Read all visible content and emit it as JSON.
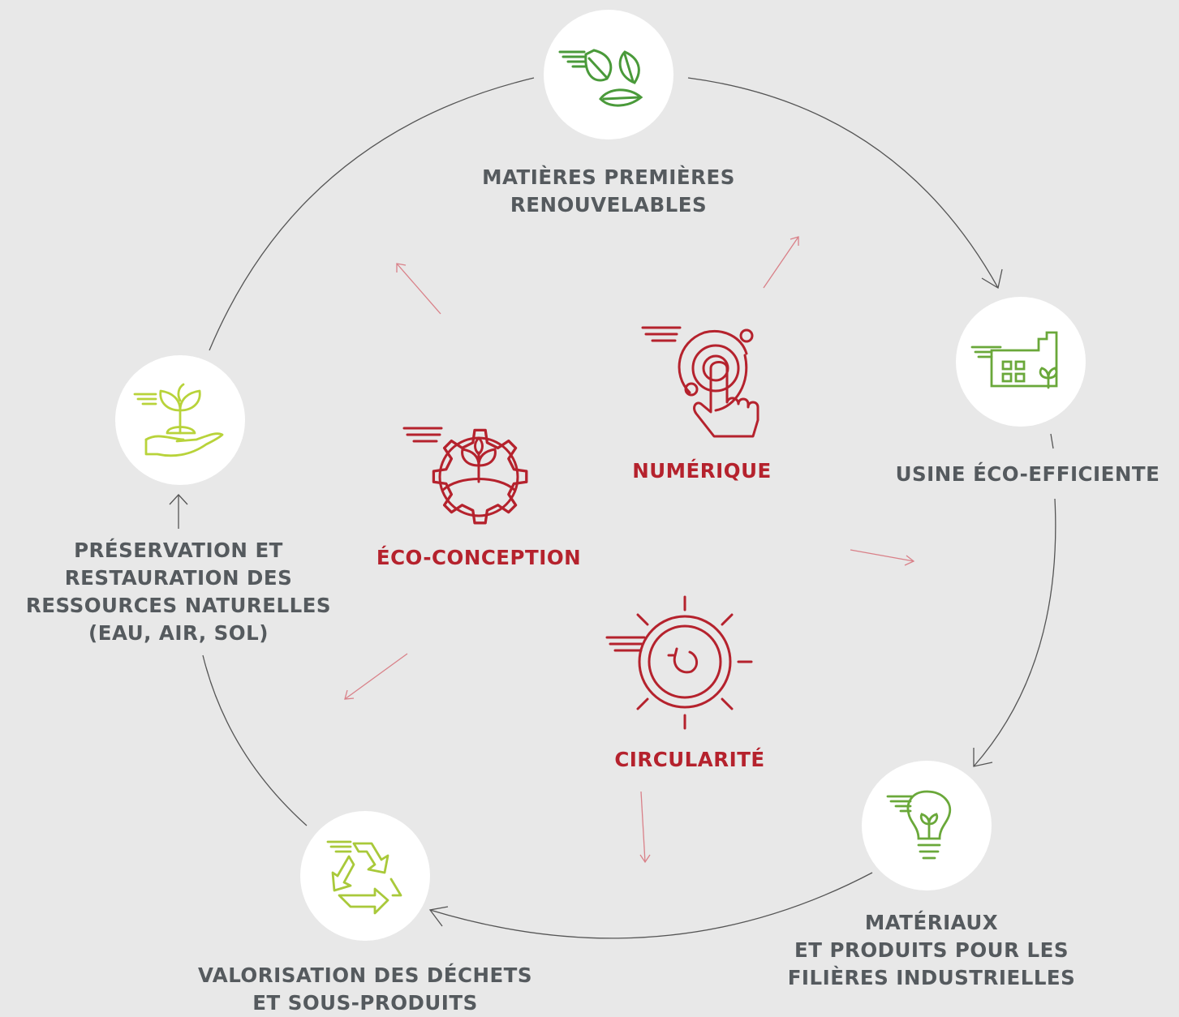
{
  "colors": {
    "background": "#e8e8e8",
    "ring_line": "#555555",
    "label_gray": "#555a5e",
    "accent_red": "#b5222d",
    "arrow_pink": "#d98088",
    "icon_green": "#4a9a3a",
    "icon_lime": "#a9c93a"
  },
  "cycle_nodes": [
    {
      "id": "matieres",
      "icon": "leaves-icon",
      "lines": [
        "MATIÈRES PREMIÈRES",
        "RENOUVELABLES"
      ]
    },
    {
      "id": "usine",
      "icon": "factory-icon",
      "lines": [
        "USINE ÉCO-EFFICIENTE"
      ]
    },
    {
      "id": "materiaux",
      "icon": "lightbulb-icon",
      "lines": [
        "MATÉRIAUX",
        "ET PRODUITS POUR LES",
        "FILIÈRES INDUSTRIELLES"
      ]
    },
    {
      "id": "valorisation",
      "icon": "recycle-icon",
      "lines": [
        "VALORISATION DES DÉCHETS",
        "ET SOUS-PRODUITS"
      ]
    },
    {
      "id": "preservation",
      "icon": "hand-sprout-icon",
      "lines": [
        "PRÉSERVATION ET",
        "RESTAURATION DES",
        "RESSOURCES NATURELLES",
        "(EAU, AIR, SOL)"
      ]
    }
  ],
  "levers": [
    {
      "id": "numerique",
      "icon": "touch-target-icon",
      "label": "NUMÉRIQUE"
    },
    {
      "id": "eco_conception",
      "icon": "gear-sprout-icon",
      "label": "ÉCO-CONCEPTION"
    },
    {
      "id": "circularite",
      "icon": "sun-cycle-icon",
      "label": "CIRCULARITÉ"
    }
  ]
}
